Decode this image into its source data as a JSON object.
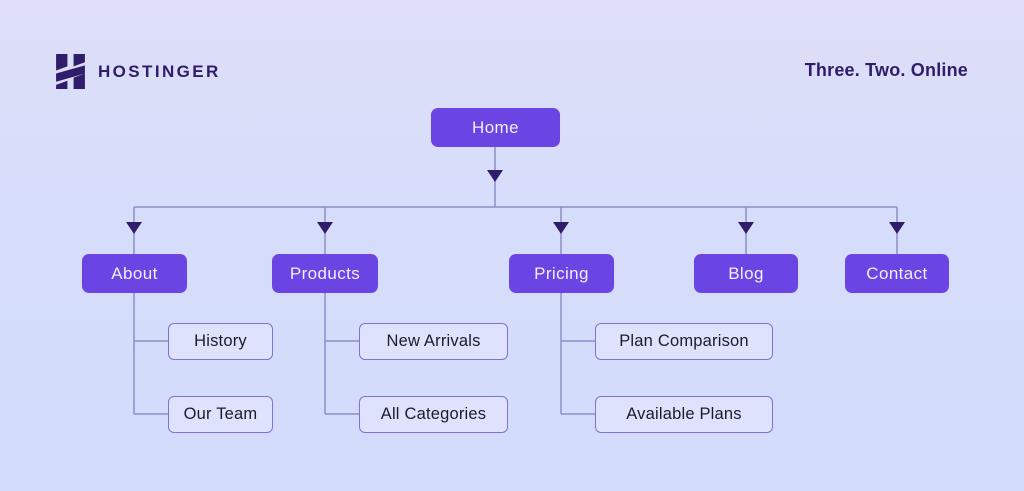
{
  "brand": {
    "logo_text": "HOSTINGER",
    "tagline": "Three. Two. Online"
  },
  "colors": {
    "background_top": "#dedef8",
    "background_bottom": "#d2dcfd",
    "primary_node": "#6a45e4",
    "primary_node_text": "#f2effc",
    "leaf_node_fill": "#dee2fc",
    "leaf_node_border": "#8372cf",
    "leaf_node_text": "#1c1c28",
    "connector_line": "#8f8fc8",
    "arrow": "#2f1c6a",
    "brand_dark_purple": "#2f1c6a"
  },
  "icons": {
    "logo": "hostinger-h-icon"
  },
  "sitemap": {
    "root": {
      "label": "Home"
    },
    "children": [
      {
        "label": "About",
        "children": [
          "History",
          "Our Team"
        ]
      },
      {
        "label": "Products",
        "children": [
          "New Arrivals",
          "All Categories"
        ]
      },
      {
        "label": "Pricing",
        "children": [
          "Plan Comparison",
          "Available Plans"
        ]
      },
      {
        "label": "Blog",
        "children": []
      },
      {
        "label": "Contact",
        "children": []
      }
    ]
  }
}
